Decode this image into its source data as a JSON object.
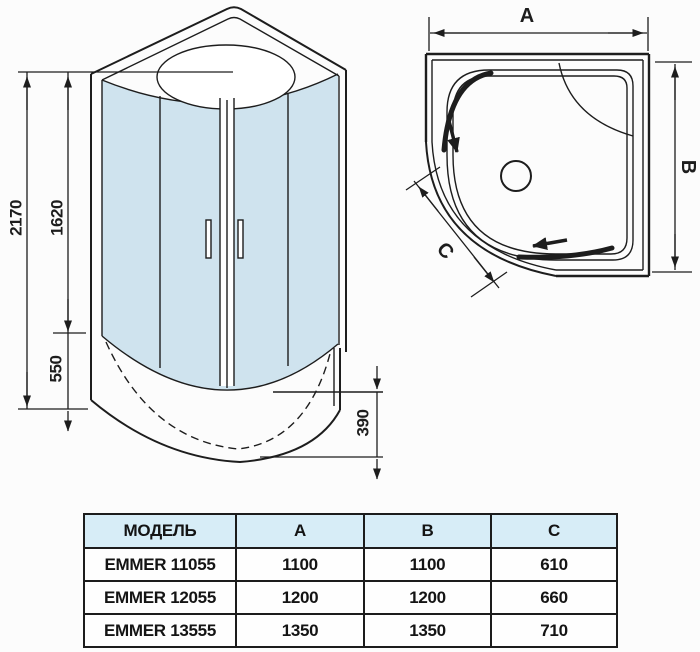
{
  "front_view": {
    "total_height": "2170",
    "glass_height": "1620",
    "base_height": "550",
    "tray_height": "390"
  },
  "top_view": {
    "width_label": "A",
    "depth_label": "B",
    "front_label": "C"
  },
  "table": {
    "headers": [
      "МОДЕЛЬ",
      "A",
      "B",
      "C"
    ],
    "rows": [
      {
        "model": "EMMER 11055",
        "a": "1100",
        "b": "1100",
        "c": "610"
      },
      {
        "model": "EMMER 12055",
        "a": "1200",
        "b": "1200",
        "c": "660"
      },
      {
        "model": "EMMER 13555",
        "a": "1350",
        "b": "1350",
        "c": "710"
      }
    ]
  },
  "colors": {
    "line": "#1d1d1d",
    "glass": "#cfe3ee",
    "table_header_bg": "#d7edf7"
  }
}
